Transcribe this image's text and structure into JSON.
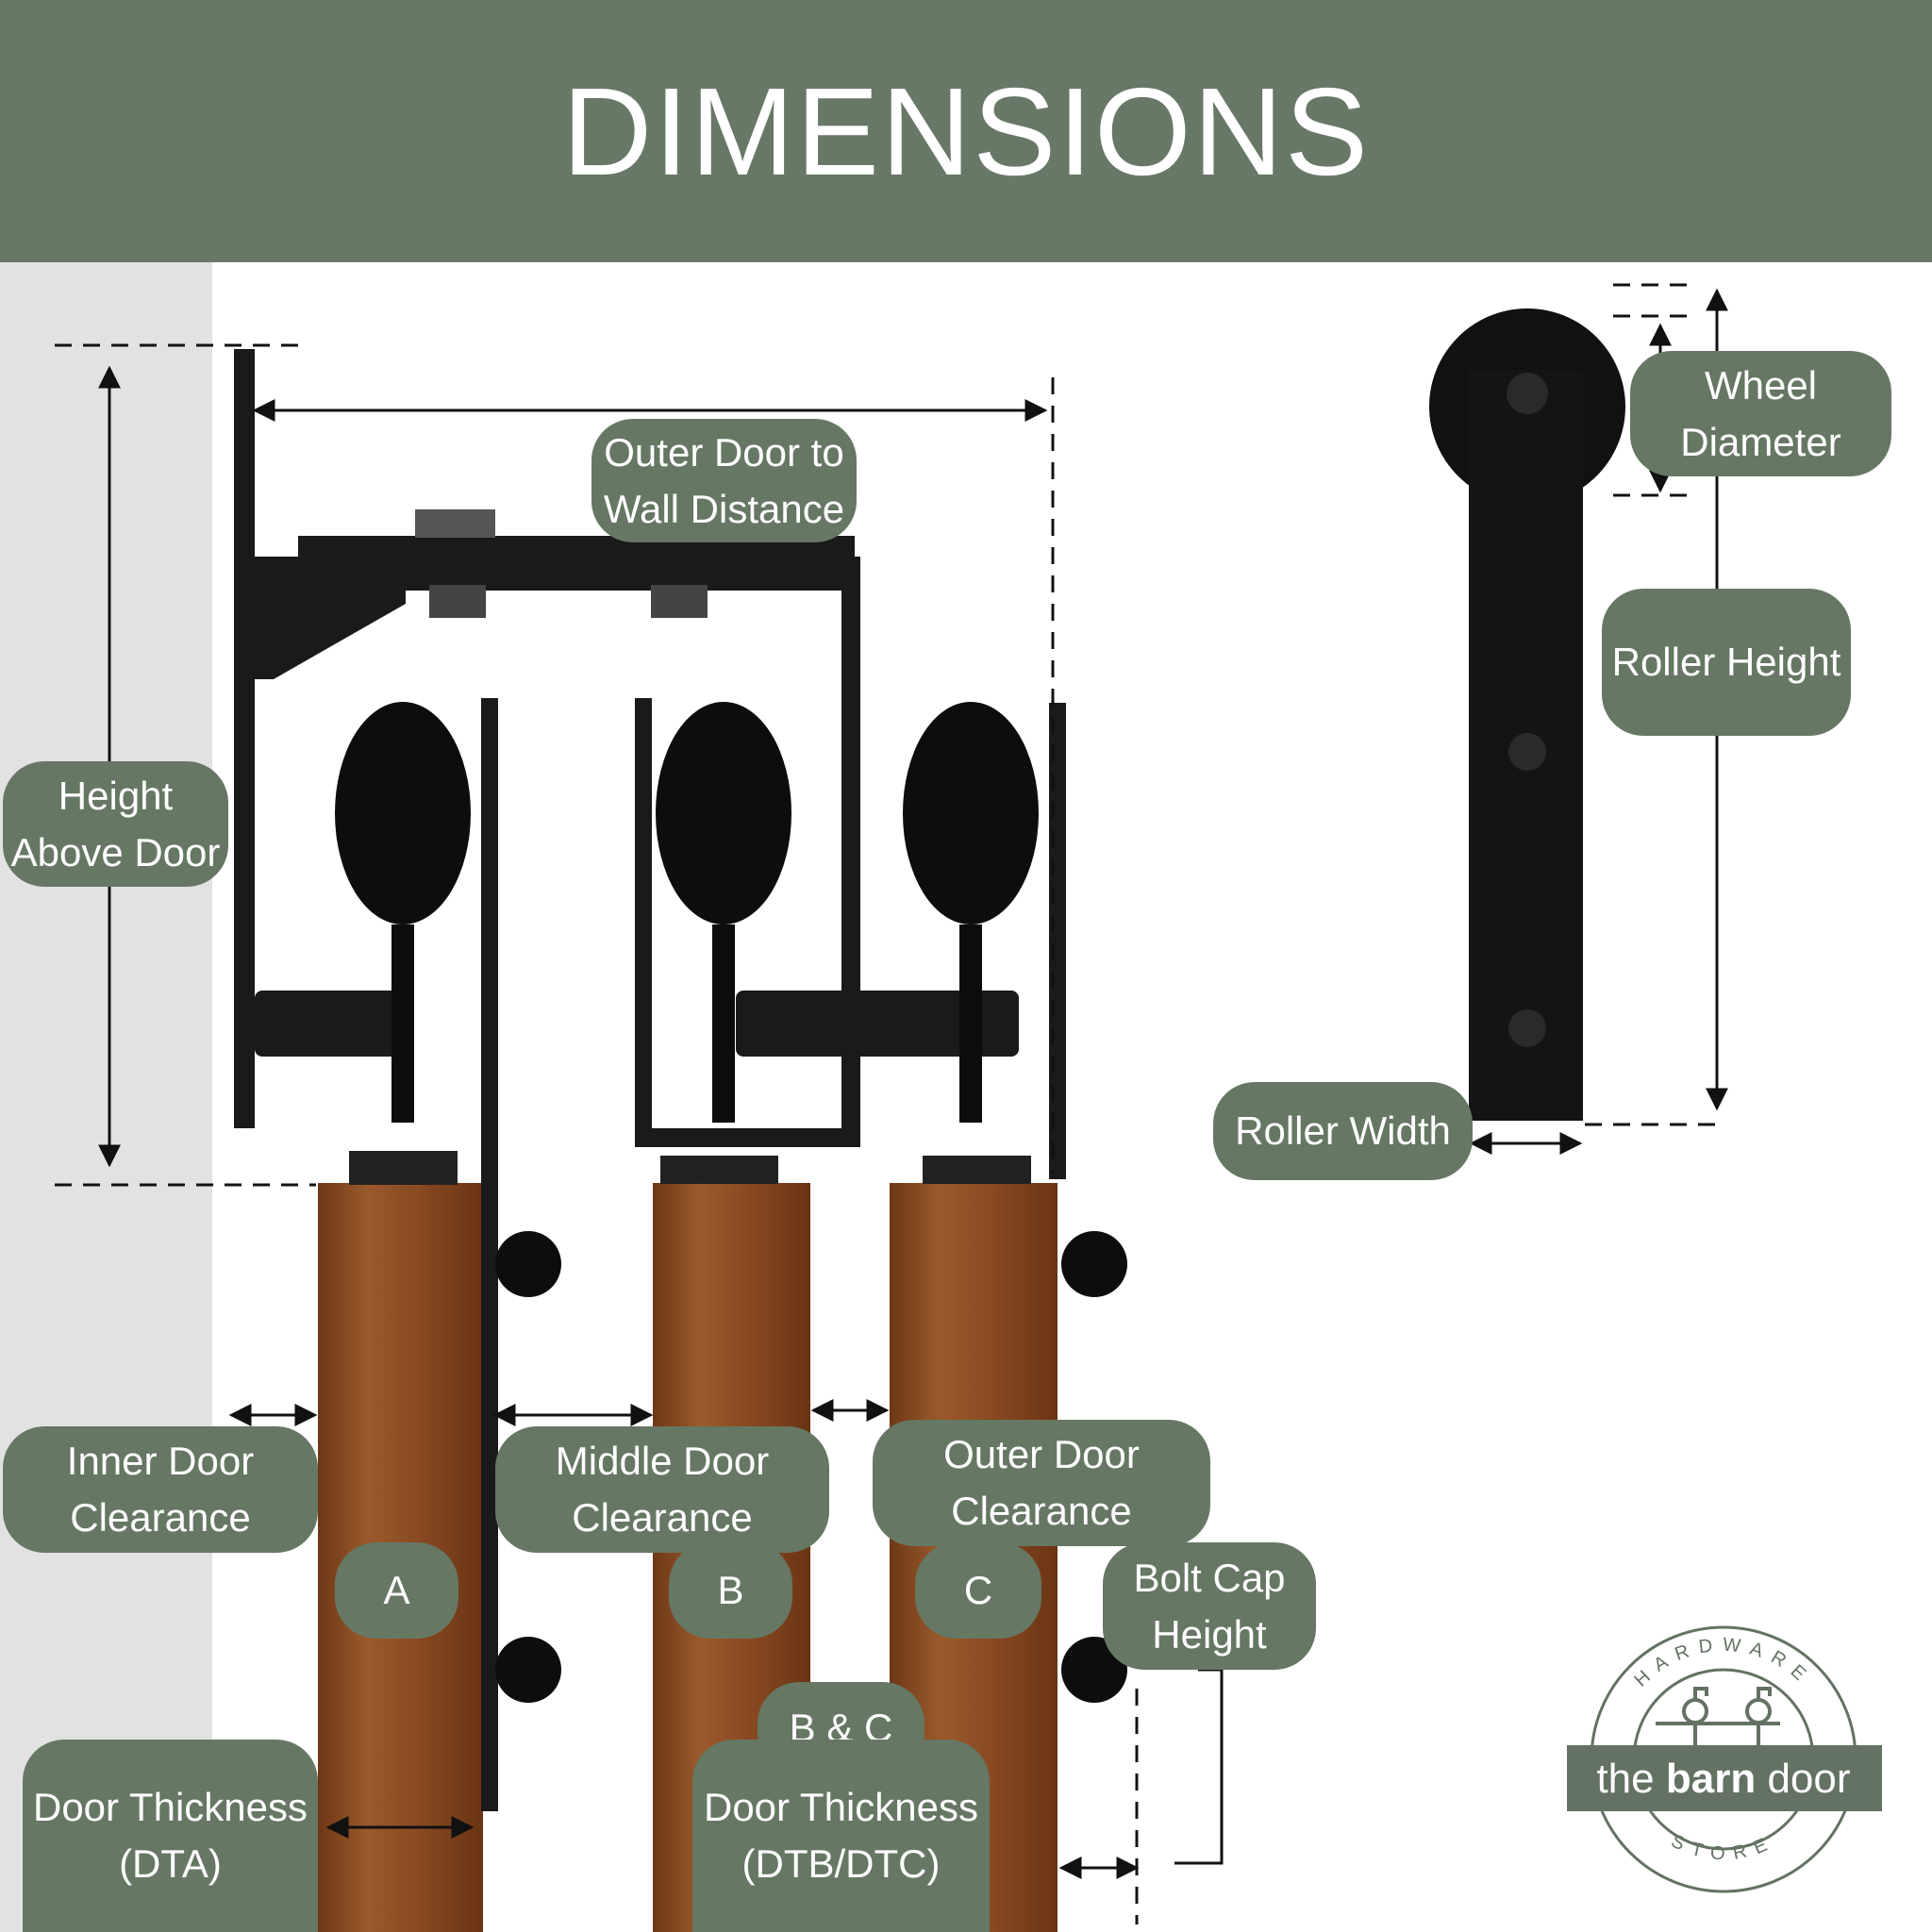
{
  "header": {
    "title": "DIMENSIONS"
  },
  "labels": {
    "outer_wall": [
      "Outer Door to",
      "Wall Distance"
    ],
    "wheel_diameter": [
      "Wheel",
      "Diameter"
    ],
    "roller_height": "Roller Height",
    "height_above_door": [
      "Height",
      "Above Door"
    ],
    "roller_width": "Roller Width",
    "inner_clearance": [
      "Inner Door",
      "Clearance"
    ],
    "middle_clearance": [
      "Middle Door",
      "Clearance"
    ],
    "outer_clearance": [
      "Outer Door",
      "Clearance"
    ],
    "a": "A",
    "b": "B",
    "c": "C",
    "bolt_cap": [
      "Bolt Cap",
      "Height"
    ],
    "b_and_c": "B & C",
    "door_thickness_a": [
      "Door Thickness",
      "(DTA)"
    ],
    "door_thickness_bc": [
      "Door Thickness",
      "(DTB/DTC)"
    ]
  },
  "logo": {
    "top": "HARDWARE",
    "the": "the",
    "barn": "barn",
    "door": "door",
    "bottom": "STORE"
  },
  "colors": {
    "brand_green": "#667764",
    "wood": "#8a4a22",
    "hardware": "#151515"
  }
}
